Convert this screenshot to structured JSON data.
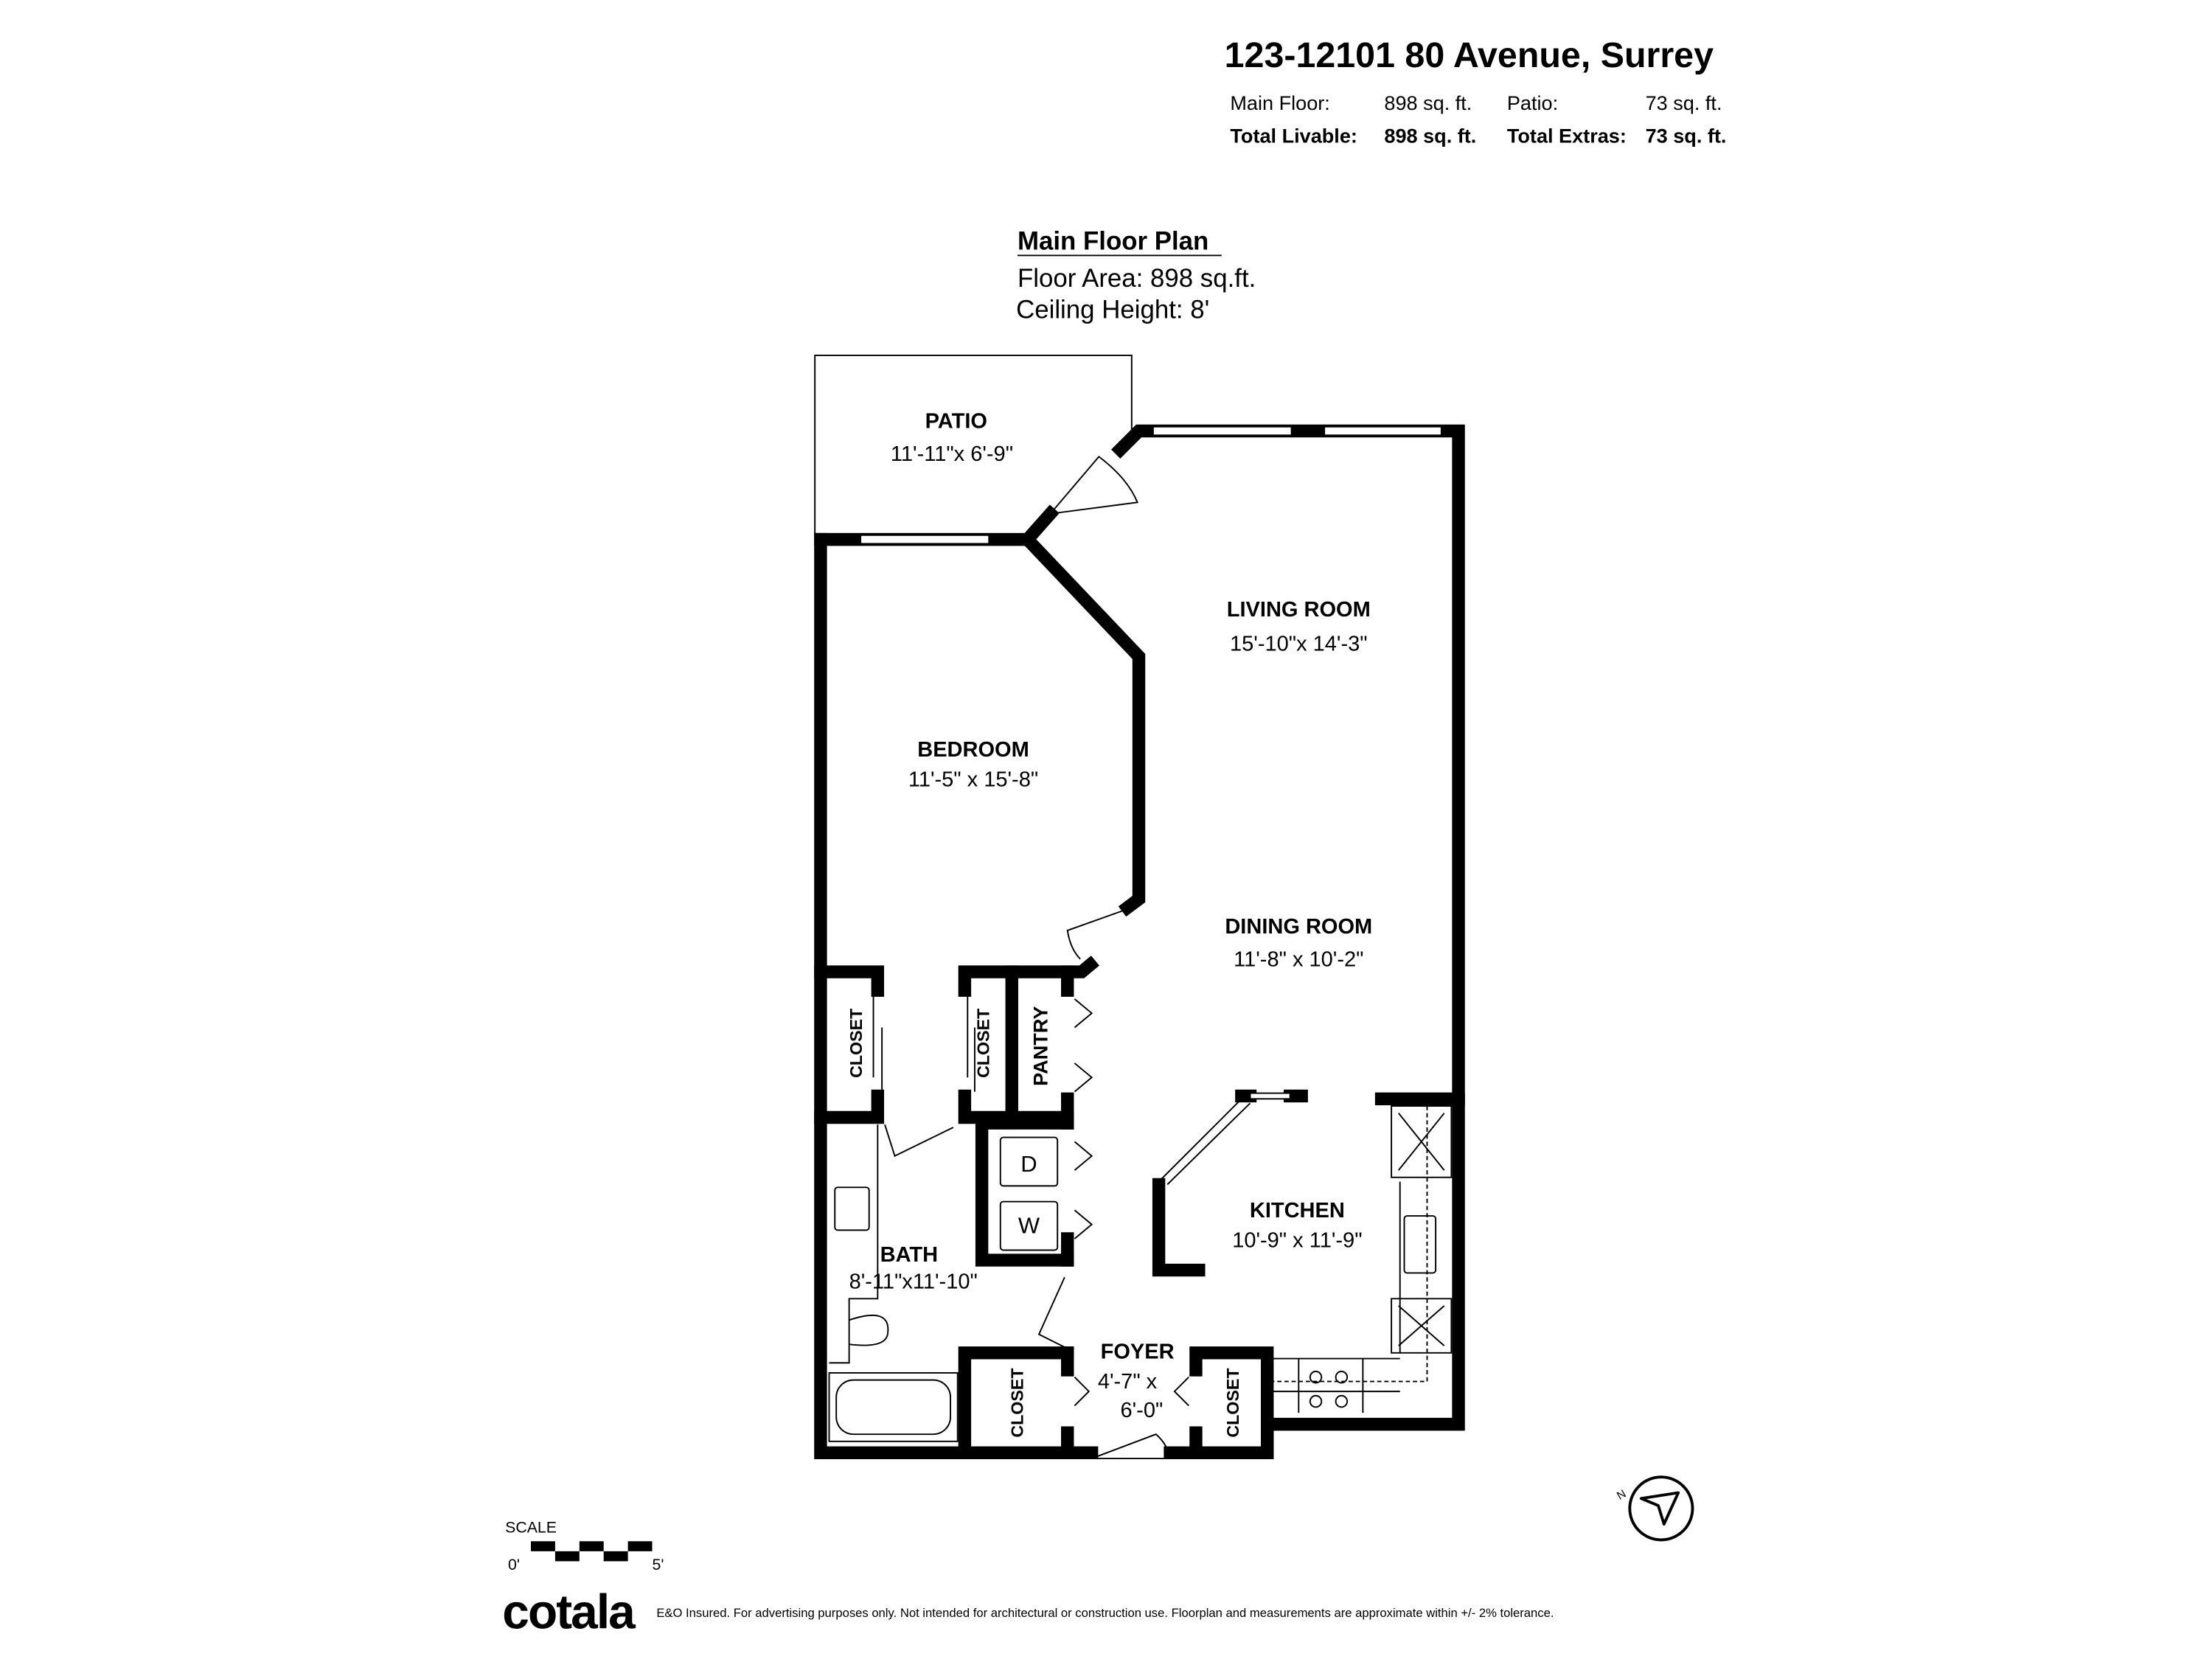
{
  "header": {
    "title": "123-12101 80 Avenue, Surrey",
    "rows": [
      {
        "label": "Main Floor:",
        "value": "898 sq. ft.",
        "label2": "Patio:",
        "value2": "73 sq. ft."
      },
      {
        "label": "Total Livable:",
        "value": "898 sq. ft.",
        "label2": "Total Extras:",
        "value2": "73 sq. ft."
      }
    ]
  },
  "plan": {
    "heading": "Main Floor Plan",
    "floor_area": "Floor Area: 898 sq.ft.",
    "ceiling": "Ceiling Height: 8'"
  },
  "rooms": {
    "patio": {
      "name": "PATIO",
      "dims": "11'-11\"x 6'-9\""
    },
    "living": {
      "name": "LIVING ROOM",
      "dims": "15'-10\"x 14'-3\""
    },
    "bedroom": {
      "name": "BEDROOM",
      "dims": "11'-5\" x 15'-8\""
    },
    "dining": {
      "name": "DINING ROOM",
      "dims": "11'-8\" x 10'-2\""
    },
    "kitchen": {
      "name": "KITCHEN",
      "dims": "10'-9\" x 11'-9\""
    },
    "bath": {
      "name": "BATH",
      "dims": "8'-11\"x11'-10\""
    },
    "foyer": {
      "name": "FOYER",
      "dims1": "4'-7\" x",
      "dims2": "6'-0\""
    },
    "closet": "CLOSET",
    "pantry": "PANTRY",
    "dryer": "D",
    "washer": "W"
  },
  "scale": {
    "label": "SCALE",
    "start": "0'",
    "end": "5'"
  },
  "compass": {
    "label": "N",
    "icon": "north-arrow-icon"
  },
  "footer": {
    "logo": "cotala",
    "disclaimer": "E&O Insured. For advertising purposes only. Not intended for architectural or construction use. Floorplan and measurements are approximate within +/- 2% tolerance."
  }
}
